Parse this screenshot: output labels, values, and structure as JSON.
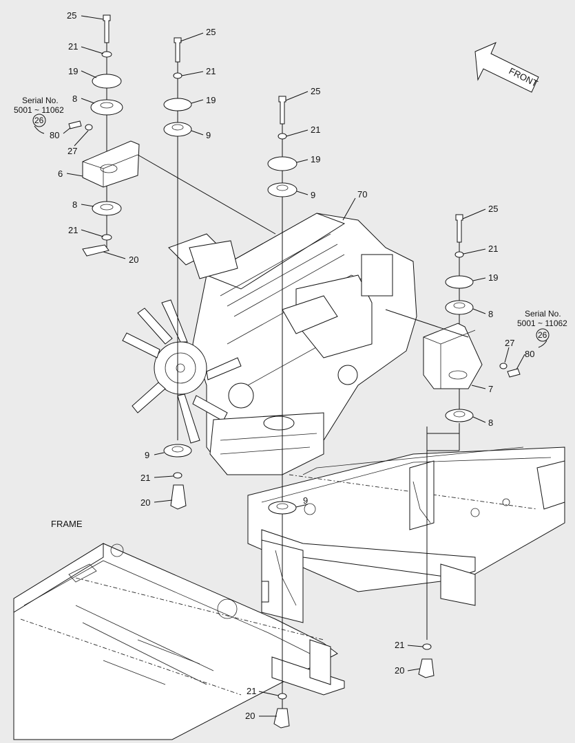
{
  "front_label": "FRONT",
  "frame_label": "FRAME",
  "serial_note_left": {
    "line1": "Serial No.",
    "line2": "5001 ~ 11062",
    "ref": "26"
  },
  "serial_note_right": {
    "line1": "Serial No.",
    "line2": "5001 ~ 11062",
    "ref": "26"
  },
  "callouts": {
    "a25": "25",
    "a21": "21",
    "a19": "19",
    "a8": "8",
    "a80": "80",
    "a27": "27",
    "a6": "6",
    "a8b": "8",
    "a21b": "21",
    "a20": "20",
    "b25": "25",
    "b21": "21",
    "b19": "19",
    "b9": "9",
    "b9b": "9",
    "b21b": "21",
    "b20": "20",
    "c25": "25",
    "c21": "21",
    "c19": "19",
    "c9": "9",
    "c70": "70",
    "c9b": "9",
    "c21b": "21",
    "c20": "20",
    "d25": "25",
    "d21": "21",
    "d19": "19",
    "d8": "8",
    "d27": "27",
    "d80": "80",
    "d7": "7",
    "d8b": "8",
    "d21b": "21",
    "d20": "20"
  }
}
